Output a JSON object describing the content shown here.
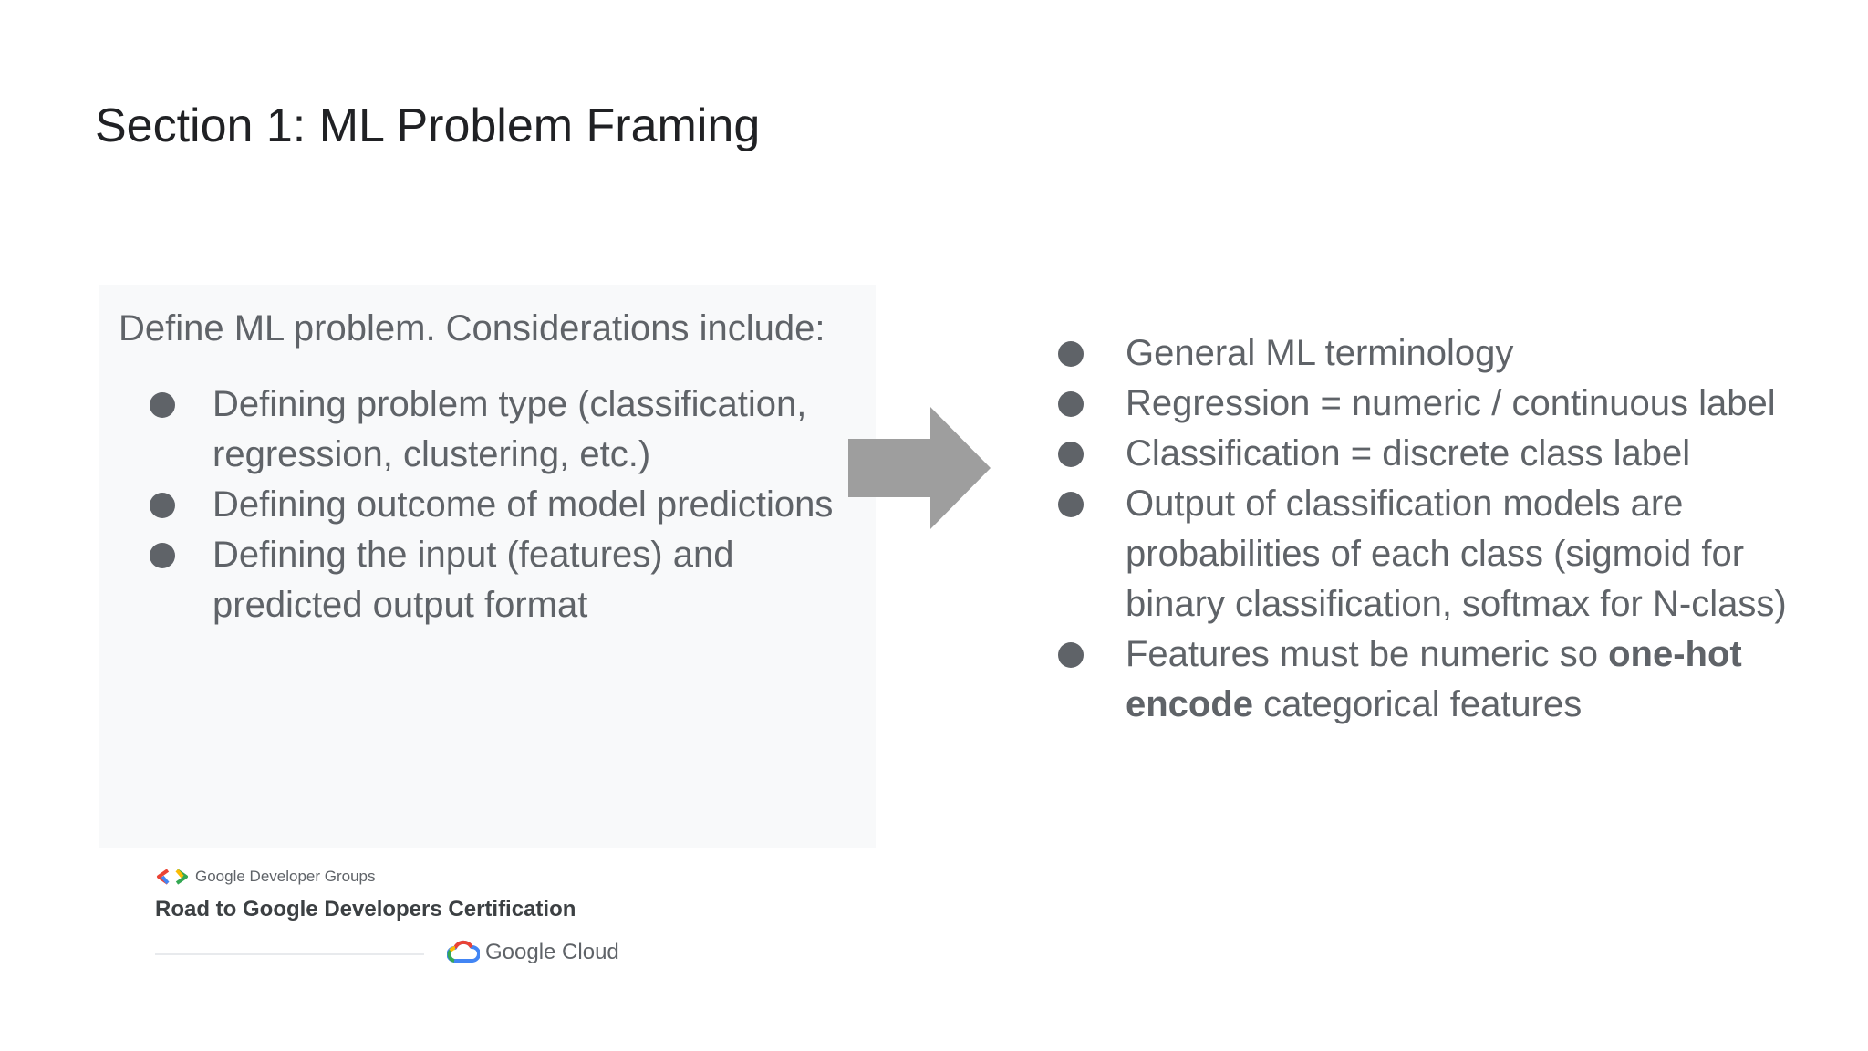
{
  "slide": {
    "title": "Section 1: ML Problem Framing"
  },
  "left_panel": {
    "intro": "Define ML problem. Considerations include:",
    "bullets": [
      "Defining problem type (classification, regression, clustering, etc.)",
      "Defining outcome of model predictions",
      "Defining the input (features) and predicted output format"
    ]
  },
  "right_panel": {
    "bullets": [
      "General ML terminology",
      "Regression = numeric / continuous label",
      "Classification = discrete class label",
      "Output of classification models are probabilities of each class (sigmoid for binary classification, softmax for N-class)"
    ],
    "last_bullet": {
      "before": "Features must be numeric so ",
      "bold": "one-hot encode",
      "after": " categorical features"
    }
  },
  "branding": {
    "gdg_label": "Google Developer Groups",
    "program_title": "Road to Google Developers Certification",
    "cloud_label": "Google Cloud"
  },
  "colors": {
    "title": "#202124",
    "body_text": "#5f6368",
    "panel_background": "#f8f9fa",
    "arrow": "#9e9e9e"
  },
  "icons": [
    "arrow-right-icon",
    "gdg-logo-icon",
    "google-cloud-logo-icon"
  ]
}
